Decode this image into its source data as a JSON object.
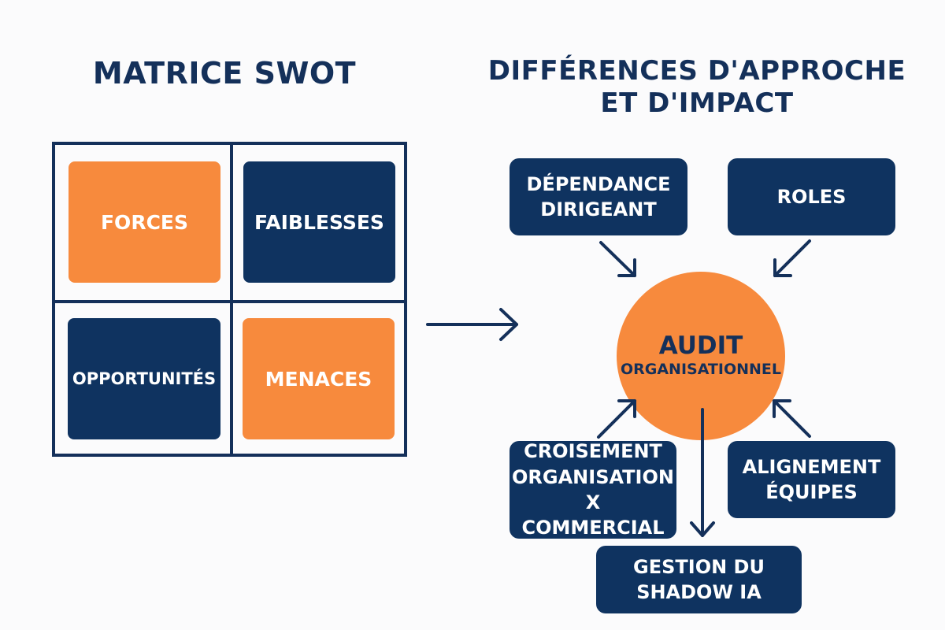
{
  "swot": {
    "title": "MATRICE SWOT",
    "cells": {
      "forces": "FORCES",
      "faiblesses": "FAIBLESSES",
      "opportunites": "OPPORTUNITÉS",
      "menaces": "MENACES"
    }
  },
  "impact": {
    "title_line1": "DIFFÉRENCES D'APPROCHE",
    "title_line2": "ET D'IMPACT",
    "center_line1": "AUDIT",
    "center_line2": "ORGANISATIONNEL",
    "nodes": {
      "dependance_line1": "DÉPENDANCE",
      "dependance_line2": "DIRIGEANT",
      "roles": "ROLES",
      "croisement_line1": "CROISEMENT",
      "croisement_line2": "ORGANISATION",
      "croisement_line3": "X COMMERCIAL",
      "alignement_line1": "ALIGNEMENT",
      "alignement_line2": "ÉQUIPES",
      "shadow_line1": "GESTION DU",
      "shadow_line2": "SHADOW IA"
    }
  },
  "colors": {
    "navy": "#0f3360",
    "title_navy": "#14305a",
    "orange": "#f78a3d",
    "background": "#fbfbfc"
  }
}
